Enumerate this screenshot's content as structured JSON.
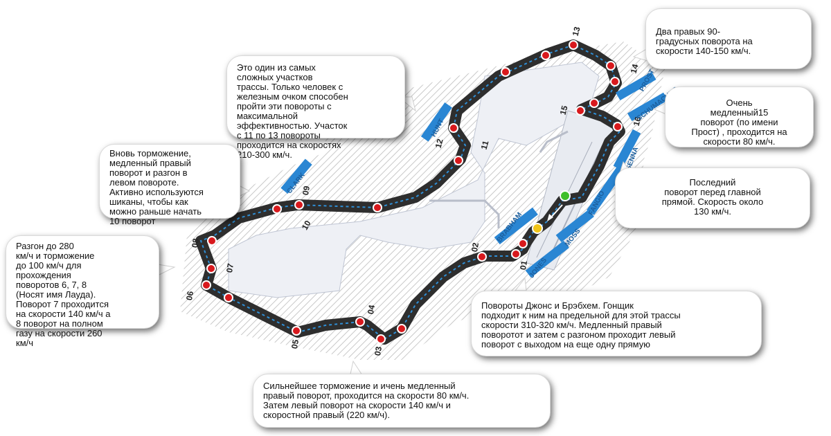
{
  "callouts": {
    "c1": "  Это один из самых\n  сложных участков\n  трассы. Только человек с\n  железным очком способен\n  пройти эти повороты с\n  максимальной\n  эффективностью. Участок\n  с 11 по 13 повороты\n  проходится на скоростях\n  210-300 км/ч.",
    "c2": "Два правых 90-\nградусных поворота на\nскорости 140-150 км/ч.",
    "c3": "Очень\nмедленный15\nповорот (по имени\nПрост) , проходится на\nскорости 80 км/ч.",
    "c4": "Последний\nповорот перед главной\nпрямой. Скорость около\n130 км/ч.",
    "c5": "  Вновь торможение,\n  медленный правый\n  поворот и разгон в\n  левом повороте.\n  Активно используются\n  шиканы, чтобы как\n  можно раньше начать\n  10 поворот",
    "c6": "   Разгон до 280\n  км/ч и торможение\n  до 100 км/ч для\n  прохождения\n  поворотов 6, 7, 8\n  (Носят имя Лауда).\n  Поворот 7 проходится\n  на скорости 140 км/ч а\n  8 поворот на полном\n  газу на скорости 260\n  км/ч",
    "c7": "   Повороты Джонс и Брэбхем. Гонщик\n   подходит к ним на предельной для этой трассы\n   скорости 310-320 км/ч. Медленный правый\n   поворотот и затем с разгоном проходит левый\n   поворот с выходом на еще одну прямую",
    "c8": "   Сильнейшее торможение и ичень медленный\n   правый поворот, проходится на скорости 80 км/ч.\n  Затем левый поворот на скорости 140 км/ч  и\n  скоростной правый (220 км/ч)."
  },
  "turns": {
    "t01": "01",
    "t02": "02",
    "t03": "03",
    "t04": "04",
    "t05": "05",
    "t06": "06",
    "t07": "07",
    "t08": "08",
    "t09": "09",
    "t10": "10",
    "t11": "11",
    "t12": "12",
    "t13": "13",
    "t14": "14",
    "t15": "15",
    "t16": "16"
  },
  "corner_names": {
    "jones": "JONES",
    "moss": "MOSS",
    "brabham": "BRABHAM",
    "fangio": "FANGIO",
    "clark": "CLARK",
    "hunt": "HUNT",
    "prost": "PROST",
    "schumacher": "SCHUMACHER",
    "senna": "SENNA"
  },
  "colors": {
    "track": "#2e2e2e",
    "track_dash": "#2f8fd6",
    "marker": "#d8191d",
    "name_band": "#2a86d3",
    "start_green": "#3fbf2a",
    "start_yellow": "#f0c419"
  }
}
